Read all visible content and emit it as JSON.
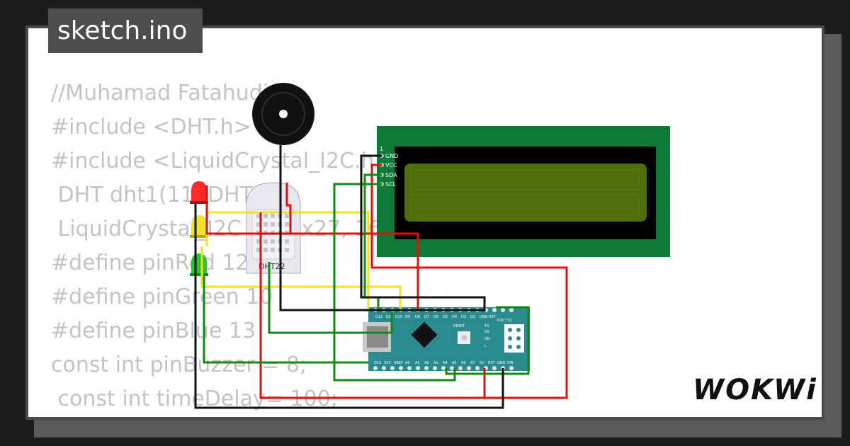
{
  "file_tab": {
    "title": "sketch.ino"
  },
  "code_lines": [
    "//Muhamad Fatahudin",
    "#include <DHT.h>",
    "#include <LiquidCrystal_I2C.h>",
    " DHT dht1(11, DHT11);",
    " LiquidCrystal_I2C lcd(0x27, 16, 2);",
    "#define pinRed 12",
    "#define pinGreen 10",
    "#define pinBlue 13",
    "const int pinBuzzer = 8;",
    " const int timeDelay= 100;"
  ],
  "components": {
    "dht_label": "DHT22",
    "lcd_pin_1": "1",
    "lcd_pins": [
      "GND",
      "VCC",
      "SDA",
      "SCL"
    ],
    "nano_top_pins": [
      "D12",
      "D11",
      "D10",
      "D9",
      "D8",
      "D7",
      "D6",
      "D5",
      "D4",
      "D3",
      "D2",
      "GND",
      "RST"
    ],
    "nano_bottom_pins": [
      "D13",
      "3V3",
      "AREF",
      "A0",
      "A1",
      "A2",
      "A3",
      "A4",
      "A5",
      "A6",
      "A7",
      "5V",
      "RST",
      "GND",
      "VIN"
    ],
    "nano_labels": {
      "rx0tx1": "RX0 TX1",
      "reset": "RESET",
      "tx": "TX",
      "rx": "RX",
      "on": "ON",
      "l": "L"
    }
  },
  "brand": {
    "name": "WOKWi"
  },
  "colors": {
    "background": "#1c1c1c",
    "card": "#ffffff",
    "code_text": "#c4c4c4",
    "lcd_board": "#0f7a37",
    "lcd_screen": "#4e6f0c",
    "nano_board": "#2a8a8e"
  }
}
